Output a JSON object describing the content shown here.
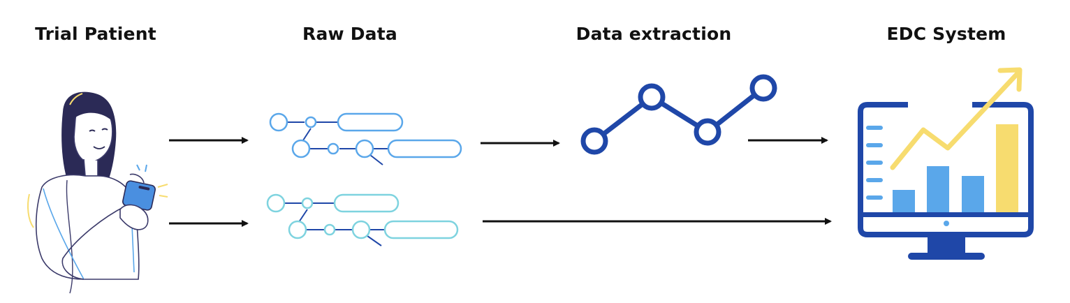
{
  "stages": [
    {
      "id": "patient",
      "label": "Trial Patient"
    },
    {
      "id": "raw",
      "label": "Raw Data"
    },
    {
      "id": "extraction",
      "label": "Data extraction"
    },
    {
      "id": "edc",
      "label": "EDC System"
    }
  ],
  "icons": {
    "patient": "woman-using-phone-icon",
    "raw_data": "data-nodes-icon",
    "extraction": "line-graph-icon",
    "edc": "monitor-bar-chart-icon"
  },
  "colors": {
    "arrow": "#111111",
    "navy": "#1f47a8",
    "blue": "#5aa7ea",
    "teal": "#7ed3df",
    "yellow": "#f7dc6f",
    "figure_dark": "#2b2a56",
    "figure_outline": "#3b3a6a"
  }
}
